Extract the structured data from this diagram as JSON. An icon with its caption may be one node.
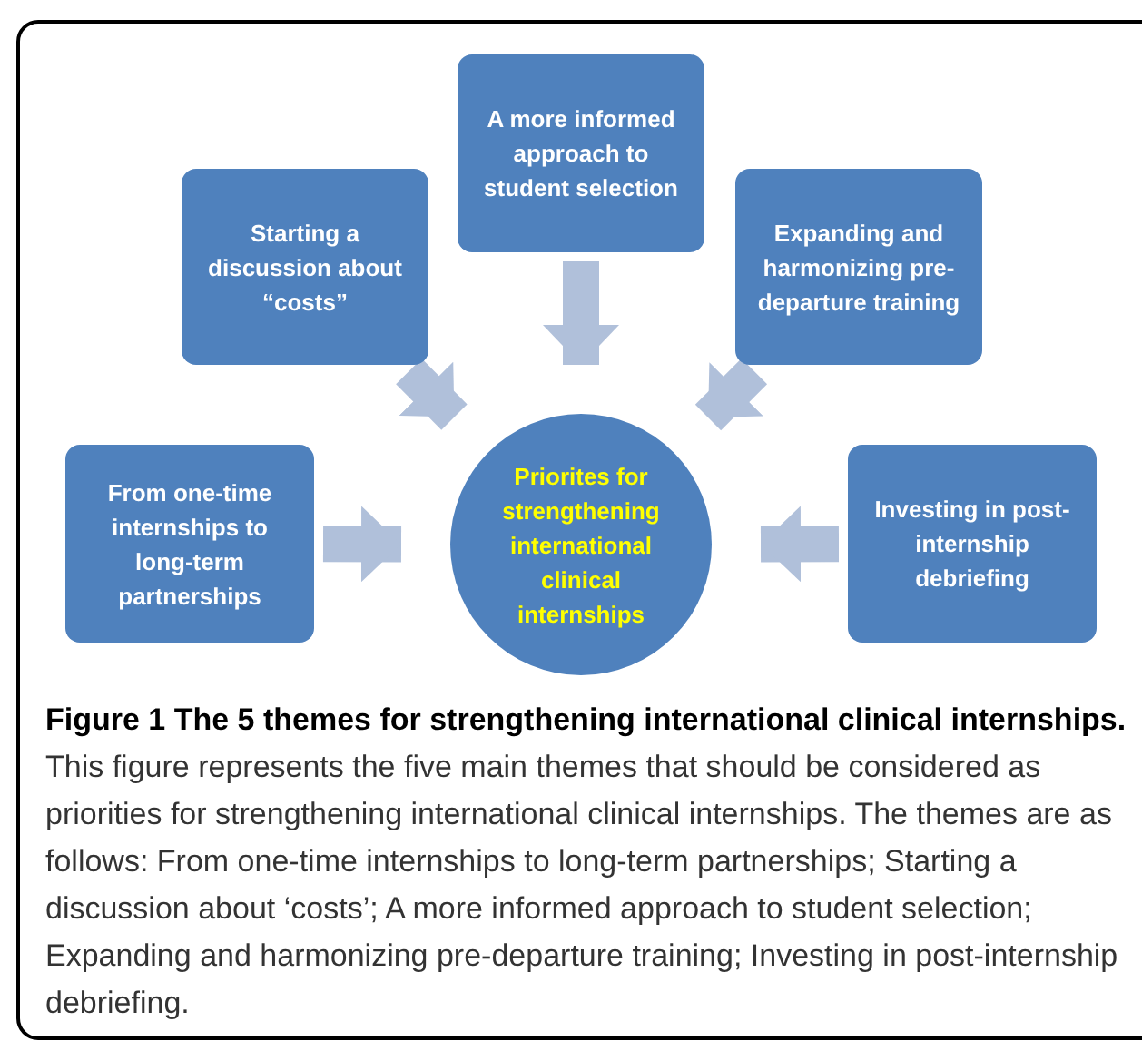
{
  "diagram": {
    "caption": "**Figure 1 The 5 themes for strengthening international clinical internships.** This figure represents the five main themes that should be considered as priorities for strengthening international clinical internships. The themes are as follows: From one-time internships to long-term partnerships; Starting a discussion about ‘costs’; A more informed approach to student selection; Expanding and harmonizing pre-departure training; Investing in post-internship debriefing.",
    "nodes": [
      {
        "text": [
          "A more informed approach to student selection"
        ]
      },
      {
        "text": [
          "Starting a discussion about “costs”"
        ]
      },
      {
        "text": [
          "Expanding and harmonizing pre-departure training"
        ]
      },
      {
        "text": [
          "From one-time internships to long-term partnerships"
        ]
      },
      {
        "text": [
          "Priorites for strengthening international clinical internships"
        ]
      },
      {
        "text": [
          "Investing in post-internship debriefing"
        ]
      }
    ],
    "edges": [
      {
        "from": 0,
        "to": 4,
        "arrow": "to"
      },
      {
        "from": 1,
        "to": 4,
        "arrow": "to"
      },
      {
        "from": 2,
        "to": 4,
        "arrow": "to"
      },
      {
        "from": 3,
        "to": 4,
        "arrow": "to"
      },
      {
        "from": 5,
        "to": 4,
        "arrow": "to"
      }
    ]
  }
}
